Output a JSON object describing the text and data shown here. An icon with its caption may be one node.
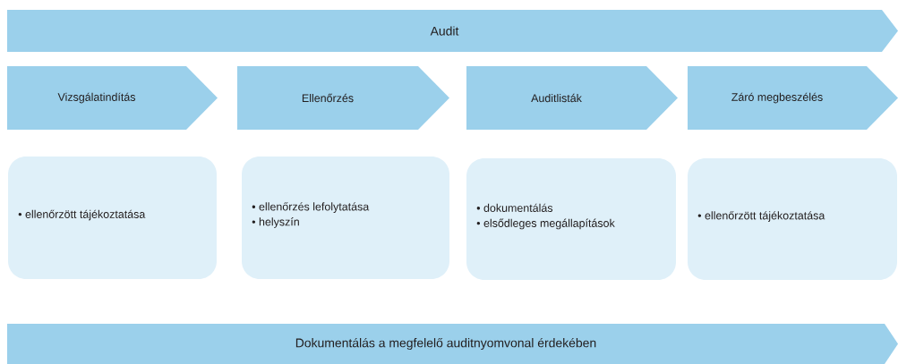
{
  "diagram": {
    "nodes": [
      {
        "text": [
          "Audit"
        ]
      },
      {
        "text": [
          "Vizsgálatindítás"
        ]
      },
      {
        "text": [
          "Ellenőrzés"
        ]
      },
      {
        "text": [
          "Auditlisták"
        ]
      },
      {
        "text": [
          "Záró megbeszélés"
        ]
      },
      {
        "text": [
          "• ellenőrzött tájékoztatása"
        ]
      },
      {
        "text": [
          "• ellenőrzés lefolytatása",
          "• helyszín"
        ]
      },
      {
        "text": [
          "• dokumentálás",
          "• elsődleges megállapítások"
        ]
      },
      {
        "text": [
          "• ellenőrzött tájékoztatása"
        ]
      },
      {
        "text": [
          "Dokumentálás a megfelelő auditnyomvonal érdekében"
        ]
      }
    ]
  }
}
